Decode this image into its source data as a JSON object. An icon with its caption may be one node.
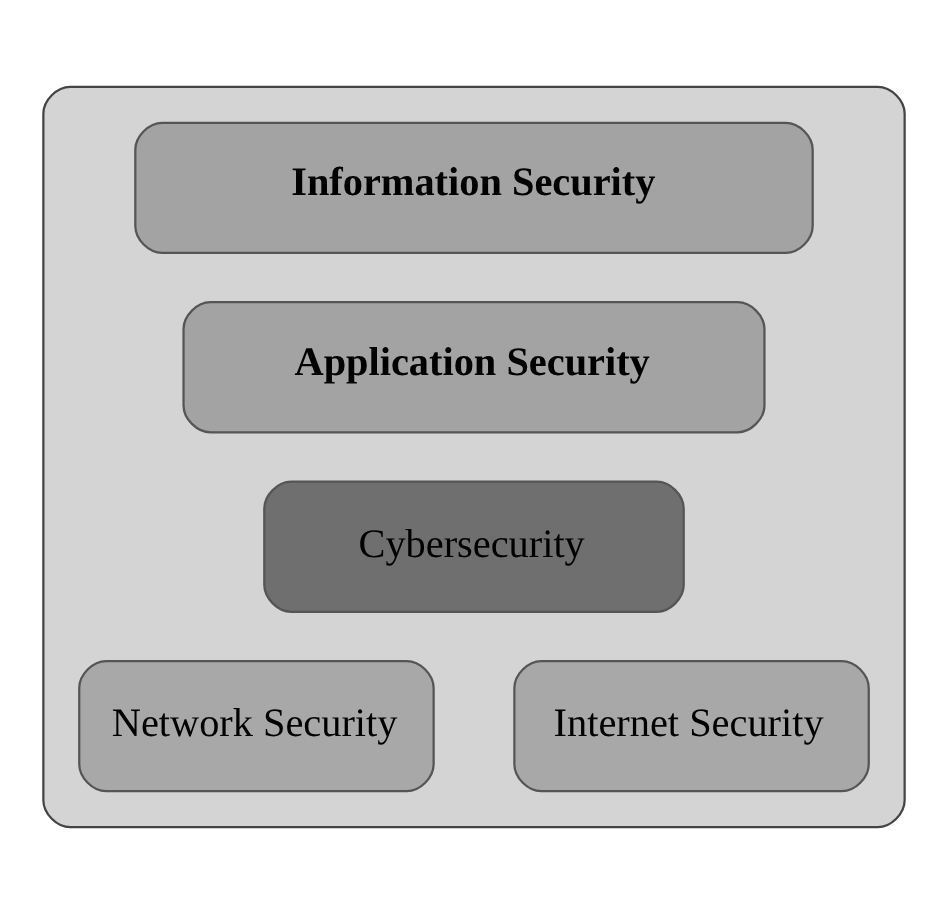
{
  "diagram": {
    "nodes": [
      {
        "text": [],
        "shape": "box"
      },
      {
        "text": [
          "Information Security"
        ],
        "in": 0
      },
      {
        "text": [
          "Application Security"
        ],
        "in": 0
      },
      {
        "text": [
          "Cybersecurity"
        ],
        "in": 0
      },
      {
        "text": [
          "Network Security"
        ],
        "in": 0
      },
      {
        "text": [
          "Internet Security"
        ],
        "in": 0
      }
    ]
  }
}
